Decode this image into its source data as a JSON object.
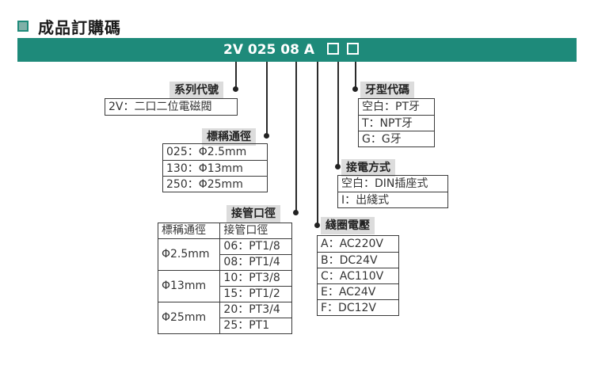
{
  "title": "成品訂購碼",
  "code": {
    "text": "2V 025 08 A"
  },
  "series": {
    "label": "系列代號",
    "items": [
      "2V：二口二位電磁閥"
    ]
  },
  "nominal": {
    "label": "標稱通徑",
    "items": [
      "025：Φ2.5mm",
      "130：Φ13mm",
      "250：Φ25mm"
    ]
  },
  "port": {
    "label": "接管口徑",
    "headers": [
      "標稱通徑",
      "接管口徑"
    ],
    "groups": [
      {
        "size": "Φ2.5mm",
        "ports": [
          "06：PT1/8",
          "08：PT1/4"
        ]
      },
      {
        "size": "Φ13mm",
        "ports": [
          "10：PT3/8",
          "15：PT1/2"
        ]
      },
      {
        "size": "Φ25mm",
        "ports": [
          "20：PT3/4",
          "25：PT1"
        ]
      }
    ]
  },
  "voltage": {
    "label": "綫圈電壓",
    "items": [
      "A：AC220V",
      "B：DC24V",
      "C：AC110V",
      "E：AC24V",
      "F：DC12V"
    ]
  },
  "thread": {
    "label": "牙型代碼",
    "items": [
      "空白：PT牙",
      "T：NPT牙",
      "G：G牙"
    ]
  },
  "connection": {
    "label": "接電方式",
    "items": [
      "空白：DIN插座式",
      "I：出綫式"
    ]
  }
}
